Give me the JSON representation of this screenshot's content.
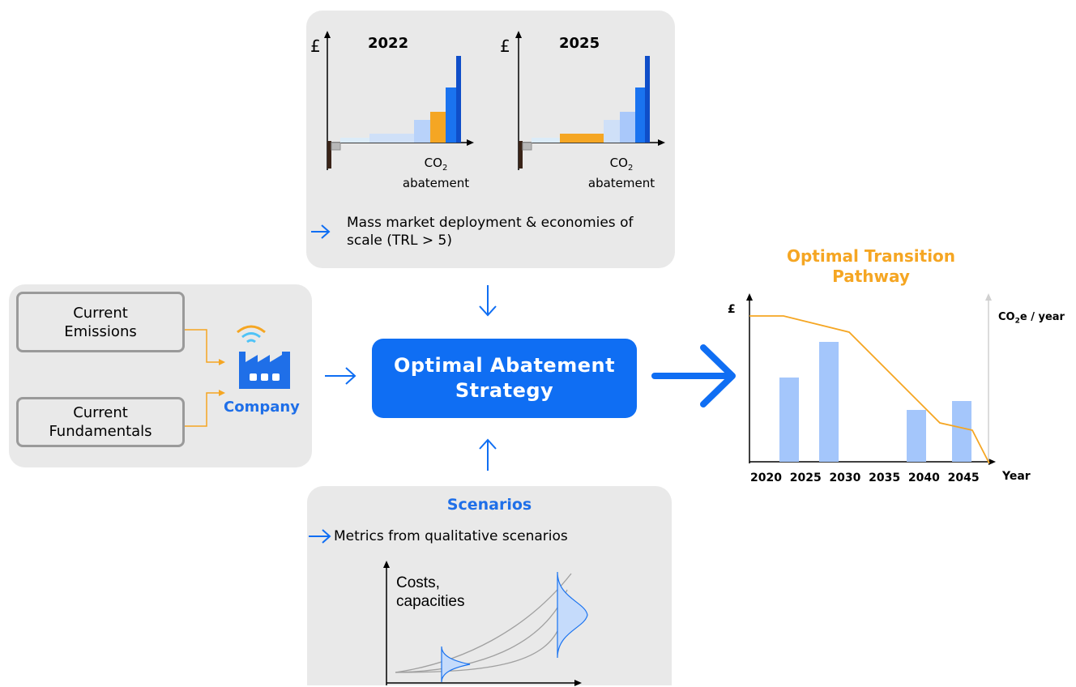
{
  "top_panel": {
    "charts": [
      {
        "currency": "£",
        "year": "2022",
        "xlabel_main": "CO",
        "xlabel_sub": "2",
        "xlabel_line2": "abatement"
      },
      {
        "currency": "£",
        "year": "2025",
        "xlabel_main": "CO",
        "xlabel_sub": "2",
        "xlabel_line2": "abatement"
      }
    ],
    "note": "Mass market deployment & economies of scale (TRL > 5)"
  },
  "left_panel": {
    "inputs": [
      "Current Emissions",
      "Current Fundamentals"
    ],
    "company_label": "Company"
  },
  "center": {
    "label": "Optimal Abatement Strategy"
  },
  "bottom_panel": {
    "title": "Scenarios",
    "note": "Metrics from qualitative scenarios",
    "chart_label": "Costs, capacities"
  },
  "right_chart": {
    "title": "Optimal Transition Pathway",
    "ylabel_left": "£",
    "ylabel_right_main": "CO",
    "ylabel_right_sub": "2",
    "ylabel_right_rest": "e / year",
    "xlabel": "Year",
    "ticks": [
      "2020",
      "2025",
      "2030",
      "2035",
      "2040",
      "2045"
    ]
  },
  "colors": {
    "blue": "#0f6ef3",
    "light_blue": "#a4c6fb",
    "orange": "#f5a623",
    "panel_bg": "#e9e9e9"
  }
}
